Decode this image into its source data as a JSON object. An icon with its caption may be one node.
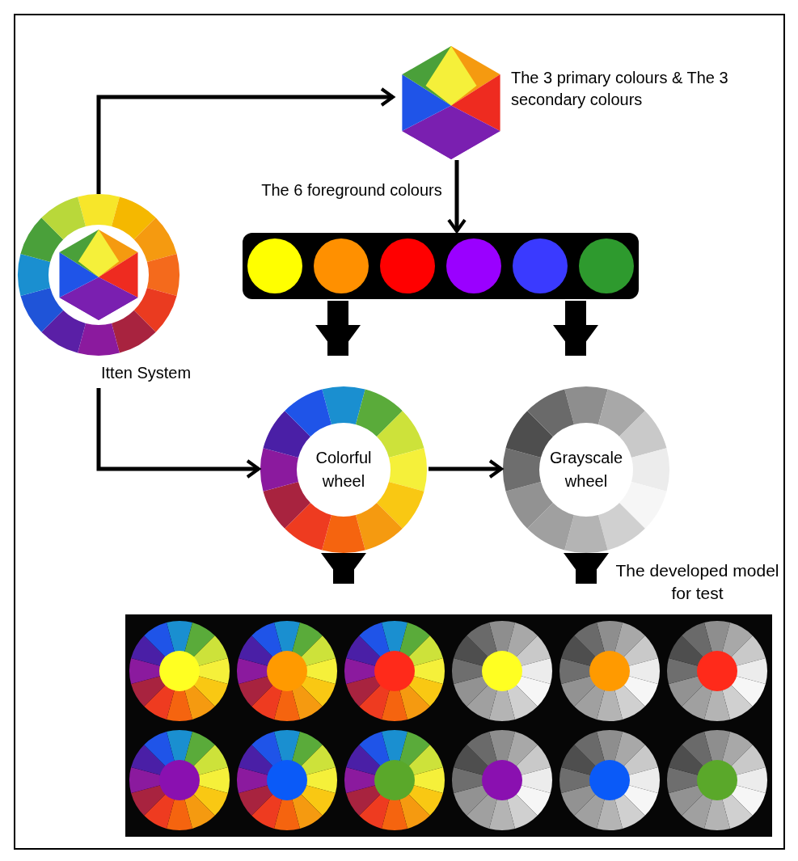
{
  "diagram": {
    "nodes": [
      {
        "text": [
          "Itten System"
        ]
      },
      {
        "text": [
          "The 3 primary colours & The 3 secondary colours"
        ]
      },
      {
        "text": [
          "The 6 foreground colours"
        ]
      },
      {
        "text": [
          "Colorful wheel"
        ]
      },
      {
        "text": [
          "Grayscale wheel"
        ]
      },
      {
        "text": [
          "The developed model for test"
        ]
      }
    ],
    "edges": [
      {
        "from": 0,
        "to": 1,
        "arrow": "to"
      },
      {
        "from": 0,
        "to": 3,
        "arrow": "to"
      },
      {
        "from": 1,
        "to": 2,
        "arrow": "to"
      },
      {
        "from": 2,
        "to": 3,
        "arrow": "to",
        "style": "thick"
      },
      {
        "from": 2,
        "to": 4,
        "arrow": "to",
        "style": "thick"
      },
      {
        "from": 3,
        "to": 4,
        "arrow": "to"
      },
      {
        "from": 3,
        "to": 5,
        "arrow": "to",
        "style": "thick"
      },
      {
        "from": 4,
        "to": 5,
        "arrow": "to",
        "style": "thick"
      }
    ]
  }
}
